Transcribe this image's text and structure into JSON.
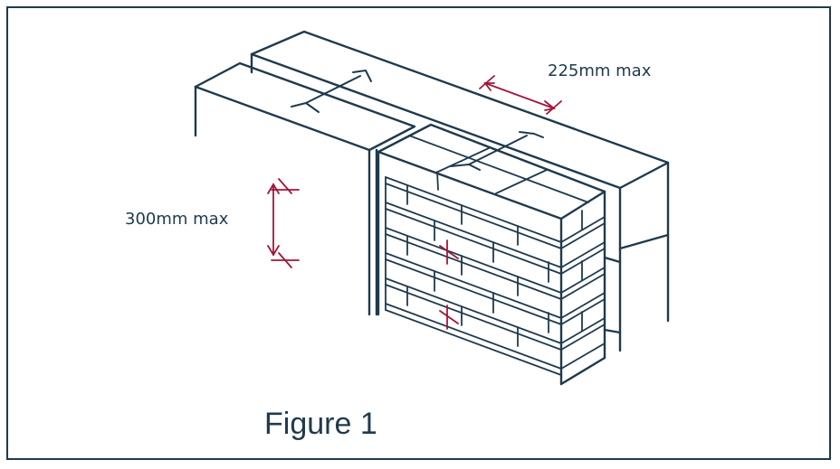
{
  "figure": {
    "caption": "Figure 1",
    "dimension_horizontal": "225mm max",
    "dimension_vertical": "300mm max"
  },
  "colors": {
    "line": "#1f3a4d",
    "dimension": "#a3163a",
    "frame": "#1f3a4d"
  }
}
